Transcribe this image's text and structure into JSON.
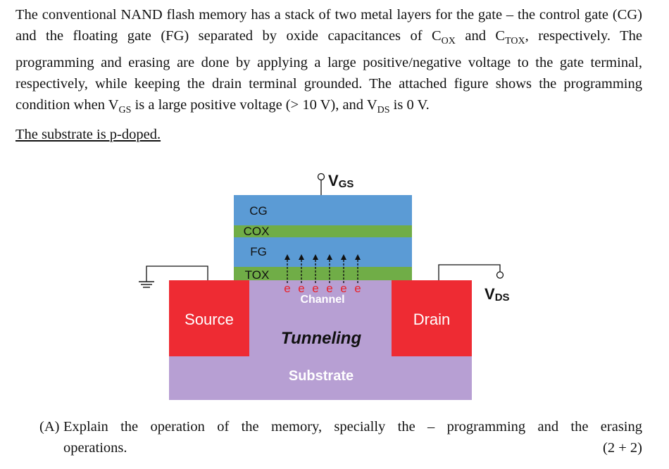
{
  "intro": {
    "text_a": "The conventional NAND flash memory has a stack of two metal layers for the gate – the control gate (CG) and the floating gate (FG) separated by oxide capacitances of C",
    "cox_sub": "OX",
    "text_b": " and C",
    "ctox_sub": "TOX",
    "text_c": ", respectively. The programming and erasing are done by applying a large positive/negative voltage to the gate terminal, respectively, while keeping the drain terminal grounded. The attached figure shows the programming condition when V",
    "vgs_sub": "GS",
    "text_d": " is a large positive voltage (> 10 V), and V",
    "vds_sub": "DS",
    "text_e": " is 0 V."
  },
  "note": "The substrate is p-doped.",
  "figure": {
    "vgs_main": "V",
    "vgs_sub": "GS",
    "vds_main": "V",
    "vds_sub": "DS",
    "cg": "CG",
    "cox": "COX",
    "fg": "FG",
    "tox": "TOX",
    "electrons": [
      "e",
      "e",
      "e",
      "e",
      "e",
      "e"
    ],
    "channel": "Channel",
    "source": "Source",
    "drain": "Drain",
    "tunneling": "Tunneling",
    "substrate": "Substrate",
    "colors": {
      "gate_blue": "#5b9bd5",
      "oxide_green": "#70ad47",
      "region_red": "#ee2b33",
      "substrate_purple": "#b79fd3",
      "electron_red": "#e8212a"
    }
  },
  "question": {
    "label": "(A)",
    "line1": "Explain the operation of the memory, specially the – programming and the erasing",
    "line2": "operations.",
    "marks": "(2 + 2)"
  }
}
